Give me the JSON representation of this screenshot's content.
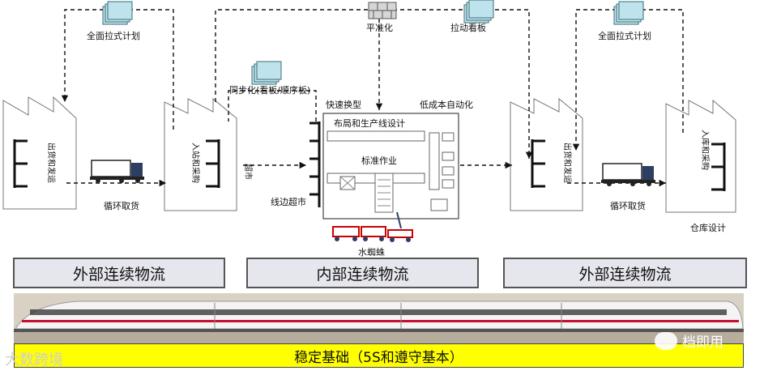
{
  "labels": {
    "full_pull_plan_left": "全面拉式计划",
    "full_pull_plan_right": "全面拉式计划",
    "leveling": "平准化",
    "pull_kanban": "拉动看板",
    "sync": "同步化(看板/顺序板)",
    "quick_changeover": "快速换型",
    "low_cost_automation": "低成本自动化",
    "layout_design": "布局和生产线设计",
    "standard_work": "标准作业",
    "lineside_supermarket": "线边超市",
    "milk_run_left": "循环取货",
    "milk_run_right": "循环取货",
    "water_spider": "水蜘蛛",
    "warehouse_design": "仓库设计",
    "supermarket": "超市"
  },
  "buildings": {
    "supplier_ship": "出货和发运",
    "receiving_left": "入站和采购",
    "outbound_ship": "出货和发运",
    "warehouse_in": "入库和采购"
  },
  "sections": {
    "left": "外部连续物流",
    "center": "内部连续物流",
    "right": "外部连续物流"
  },
  "foundation": "稳定基础（5S和遵守基本）",
  "watermarks": {
    "left": "大数跨境",
    "right": "档即用"
  },
  "colors": {
    "foundation": "#ffff00",
    "section_bg": "#e6e6ee",
    "cart": "#cc0000",
    "document": "#bfe3ec"
  }
}
